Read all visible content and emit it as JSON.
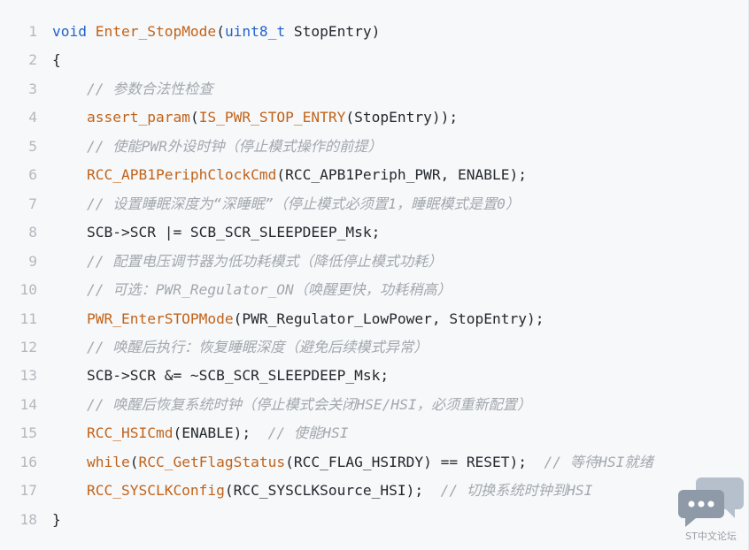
{
  "code": {
    "lines": [
      {
        "num": "1",
        "tokens": [
          {
            "t": "void",
            "c": "kw"
          },
          {
            "t": " ",
            "c": "pl"
          },
          {
            "t": "Enter_StopMode",
            "c": "fn"
          },
          {
            "t": "(",
            "c": "pl"
          },
          {
            "t": "uint8_t",
            "c": "tp"
          },
          {
            "t": " StopEntry)",
            "c": "pl"
          }
        ]
      },
      {
        "num": "2",
        "tokens": [
          {
            "t": "{",
            "c": "pl"
          }
        ]
      },
      {
        "num": "3",
        "tokens": [
          {
            "t": "    ",
            "c": "pl"
          },
          {
            "t": "// 参数合法性检查",
            "c": "cm"
          }
        ]
      },
      {
        "num": "4",
        "tokens": [
          {
            "t": "    ",
            "c": "pl"
          },
          {
            "t": "assert_param",
            "c": "fn"
          },
          {
            "t": "(",
            "c": "pl"
          },
          {
            "t": "IS_PWR_STOP_ENTRY",
            "c": "fn"
          },
          {
            "t": "(StopEntry));",
            "c": "pl"
          }
        ]
      },
      {
        "num": "5",
        "tokens": [
          {
            "t": "    ",
            "c": "pl"
          },
          {
            "t": "// 使能PWR外设时钟（停止模式操作的前提）",
            "c": "cm"
          }
        ]
      },
      {
        "num": "6",
        "tokens": [
          {
            "t": "    ",
            "c": "pl"
          },
          {
            "t": "RCC_APB1PeriphClockCmd",
            "c": "fn"
          },
          {
            "t": "(RCC_APB1Periph_PWR, ENABLE);",
            "c": "pl"
          }
        ]
      },
      {
        "num": "7",
        "tokens": [
          {
            "t": "    ",
            "c": "pl"
          },
          {
            "t": "// 设置睡眠深度为“深睡眠”（停止模式必须置1，睡眠模式是置0）",
            "c": "cm"
          }
        ]
      },
      {
        "num": "8",
        "tokens": [
          {
            "t": "    SCB->SCR |= SCB_SCR_SLEEPDEEP_Msk;",
            "c": "pl"
          }
        ]
      },
      {
        "num": "9",
        "tokens": [
          {
            "t": "    ",
            "c": "pl"
          },
          {
            "t": "// 配置电压调节器为低功耗模式（降低停止模式功耗）",
            "c": "cm"
          }
        ]
      },
      {
        "num": "10",
        "tokens": [
          {
            "t": "    ",
            "c": "pl"
          },
          {
            "t": "// 可选：PWR_Regulator_ON（唤醒更快，功耗稍高）",
            "c": "cm"
          }
        ]
      },
      {
        "num": "11",
        "tokens": [
          {
            "t": "    ",
            "c": "pl"
          },
          {
            "t": "PWR_EnterSTOPMode",
            "c": "fn"
          },
          {
            "t": "(PWR_Regulator_LowPower, StopEntry);",
            "c": "pl"
          }
        ]
      },
      {
        "num": "12",
        "tokens": [
          {
            "t": "    ",
            "c": "pl"
          },
          {
            "t": "// 唤醒后执行：恢复睡眠深度（避免后续模式异常）",
            "c": "cm"
          }
        ]
      },
      {
        "num": "13",
        "tokens": [
          {
            "t": "    SCB->SCR &= ~SCB_SCR_SLEEPDEEP_Msk;",
            "c": "pl"
          }
        ]
      },
      {
        "num": "14",
        "tokens": [
          {
            "t": "    ",
            "c": "pl"
          },
          {
            "t": "// 唤醒后恢复系统时钟（停止模式会关闭HSE/HSI，必须重新配置）",
            "c": "cm"
          }
        ]
      },
      {
        "num": "15",
        "tokens": [
          {
            "t": "    ",
            "c": "pl"
          },
          {
            "t": "RCC_HSICmd",
            "c": "fn"
          },
          {
            "t": "(ENABLE);  ",
            "c": "pl"
          },
          {
            "t": "// 使能HSI",
            "c": "cm"
          }
        ]
      },
      {
        "num": "16",
        "tokens": [
          {
            "t": "    ",
            "c": "pl"
          },
          {
            "t": "while",
            "c": "fn"
          },
          {
            "t": "(",
            "c": "pl"
          },
          {
            "t": "RCC_GetFlagStatus",
            "c": "fn"
          },
          {
            "t": "(RCC_FLAG_HSIRDY) == RESET);  ",
            "c": "pl"
          },
          {
            "t": "// 等待HSI就绪",
            "c": "cm"
          }
        ]
      },
      {
        "num": "17",
        "tokens": [
          {
            "t": "    ",
            "c": "pl"
          },
          {
            "t": "RCC_SYSCLKConfig",
            "c": "fn"
          },
          {
            "t": "(RCC_SYSCLKSource_HSI);  ",
            "c": "pl"
          },
          {
            "t": "// 切换系统时钟到HSI",
            "c": "cm"
          }
        ]
      },
      {
        "num": "18",
        "tokens": [
          {
            "t": "}",
            "c": "pl"
          }
        ]
      }
    ]
  },
  "watermark": {
    "icon": "chat-bubbles-icon",
    "label": "ST中文论坛"
  },
  "colors": {
    "background": "#f6f8fa",
    "keyword": "#2563c9",
    "function": "#c2631a",
    "comment": "#a3a8ae",
    "plain": "#24292e",
    "line_number": "#b4b9bf"
  }
}
